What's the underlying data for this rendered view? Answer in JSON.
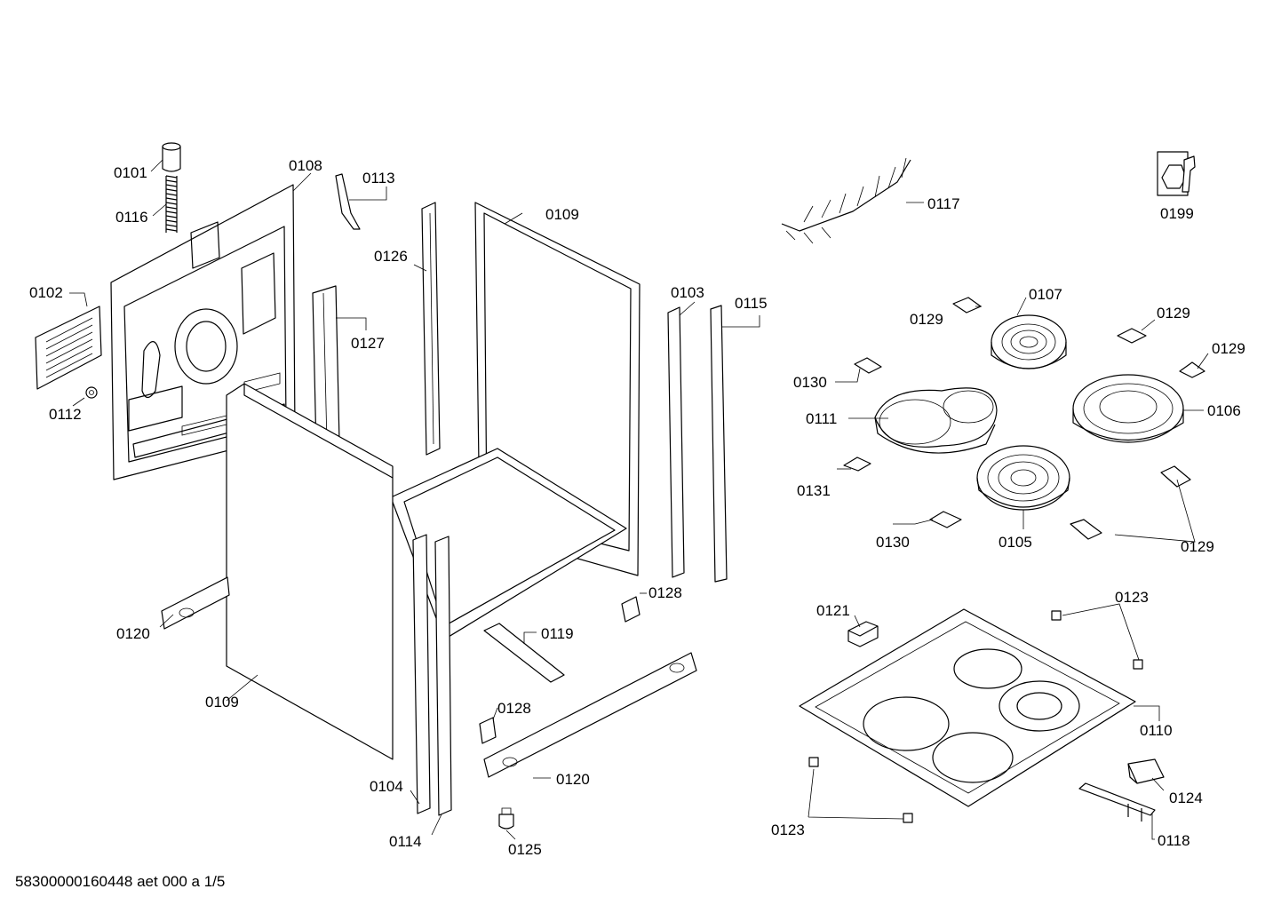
{
  "document_id": "58300000160448 aet 000 a 1/5",
  "labels": {
    "p0101": "0101",
    "p0116": "0116",
    "p0108": "0108",
    "p0113": "0113",
    "p0126": "0126",
    "p0109_top": "0109",
    "p0102": "0102",
    "p0112": "0112",
    "p0127": "0127",
    "p0103": "0103",
    "p0115": "0115",
    "p0117": "0117",
    "p0199": "0199",
    "p0107": "0107",
    "p0129_a": "0129",
    "p0129_b": "0129",
    "p0129_c": "0129",
    "p0129_d": "0129",
    "p0130_a": "0130",
    "p0130_b": "0130",
    "p0111": "0111",
    "p0106": "0106",
    "p0131": "0131",
    "p0105": "0105",
    "p0120_a": "0120",
    "p0120_b": "0120",
    "p0128_a": "0128",
    "p0128_b": "0128",
    "p0119": "0119",
    "p0109_bottom": "0109",
    "p0121": "0121",
    "p0123_a": "0123",
    "p0123_b": "0123",
    "p0110": "0110",
    "p0124": "0124",
    "p0118": "0118",
    "p0104": "0104",
    "p0114": "0114",
    "p0125": "0125"
  }
}
